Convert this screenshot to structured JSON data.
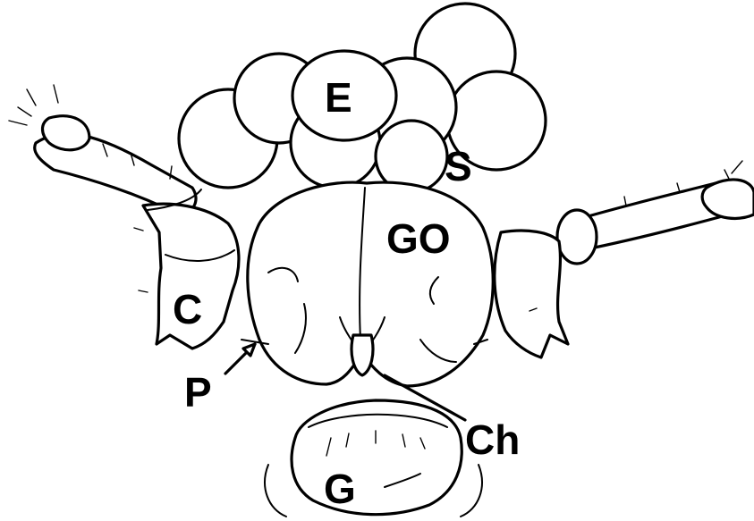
{
  "labels": {
    "E": "E",
    "S": "S",
    "GO": "GO",
    "C": "C",
    "P": "P",
    "Ch": "Ch",
    "G": "G"
  }
}
